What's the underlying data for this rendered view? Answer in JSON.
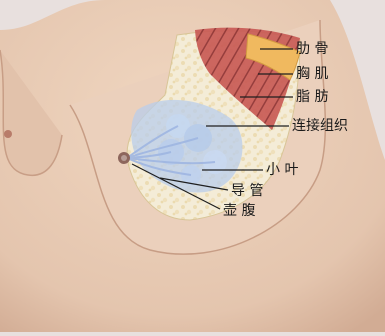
{
  "colors": {
    "background": "#e8e0de",
    "skin": "#e7ccb7",
    "skin_shadow": "#d2ac94",
    "fat": "#f4ecd7",
    "fat_dots": "#e9d7a6",
    "muscle": "#c85a55",
    "muscle_stripe": "#8e2f30",
    "rib": "#f0b95f",
    "lobule": "#b9cdeb",
    "duct": "#9fb6e2",
    "label": "#1a1a1a"
  },
  "labels": {
    "rib": "肋 骨",
    "pectoral_muscle": "胸 肌",
    "fat": "脂 肪",
    "connective_tissue": "连接组织",
    "lobule": "小 叶",
    "duct": "导 管",
    "nipple": "壶 腹"
  }
}
